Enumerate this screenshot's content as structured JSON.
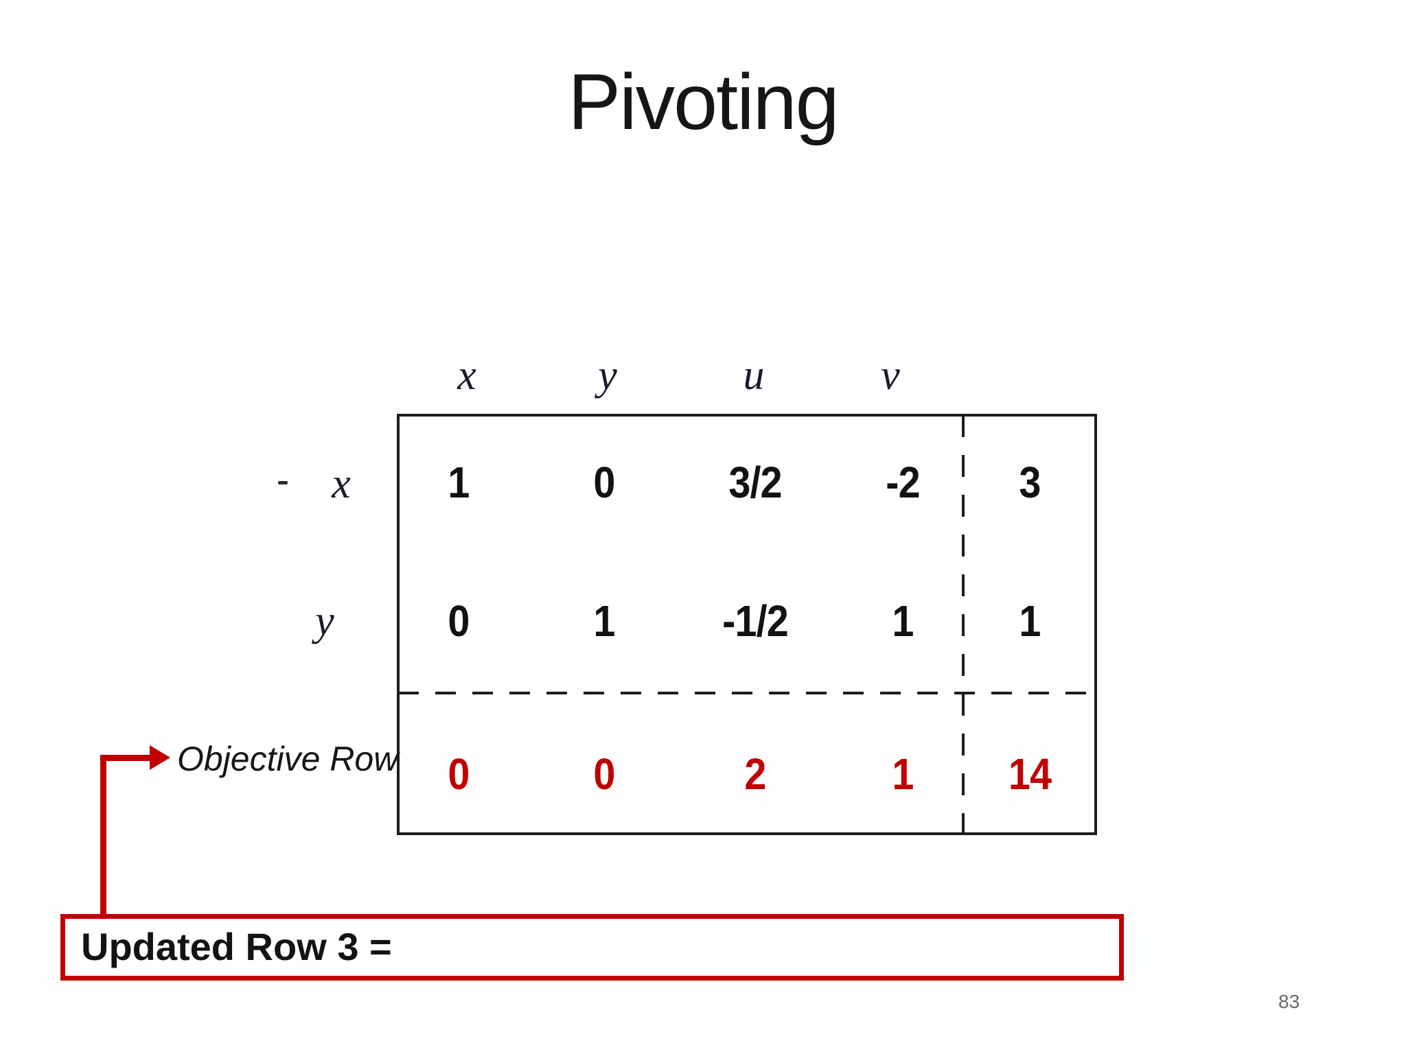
{
  "slide": {
    "title": "Pivoting",
    "page_number": "83"
  },
  "tableau": {
    "column_headers": [
      "x",
      "y",
      "u",
      "v"
    ],
    "rows": [
      {
        "label": "x",
        "values": [
          "1",
          "0",
          "3/2",
          "-2"
        ],
        "rhs": "3"
      },
      {
        "label": "y",
        "values": [
          "0",
          "1",
          "-1/2",
          "1"
        ],
        "rhs": "1"
      }
    ],
    "objective": {
      "label": "Objective Row",
      "values": [
        "0",
        "0",
        "2",
        "1"
      ],
      "rhs": "14"
    }
  },
  "callout": {
    "text": "Updated Row 3 ="
  },
  "colors": {
    "accent_red": "#c00000",
    "ink_black": "#1d1d1d",
    "page_number_gray": "#6e6969"
  }
}
